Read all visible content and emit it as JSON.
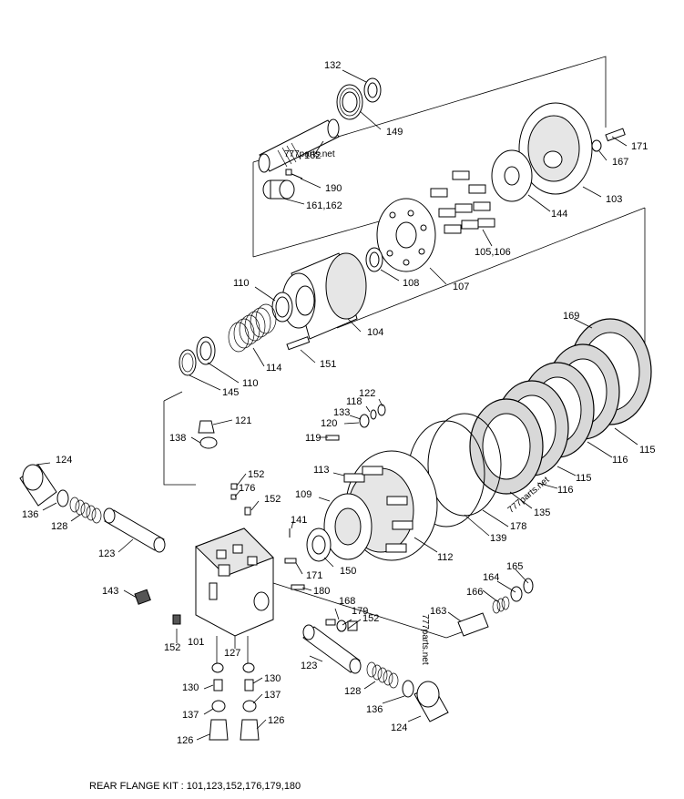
{
  "caption": "REAR FLANGE KIT : 101,123,152,176,179,180",
  "watermarks": [
    "777parts.net",
    "777parts.net",
    "777parts.net"
  ],
  "labels": {
    "p132": "132",
    "p149": "149",
    "p162": "162",
    "p171a": "171",
    "p167": "167",
    "p190": "190",
    "p161_162": "161,162",
    "p103": "103",
    "p144": "144",
    "p105_106": "105,106",
    "p107": "107",
    "p108": "108",
    "p110a": "110",
    "p104": "104",
    "p114": "114",
    "p151": "151",
    "p110b": "110",
    "p145": "145",
    "p169": "169",
    "p122": "122",
    "p118": "118",
    "p133": "133",
    "p120": "120",
    "p121": "121",
    "p138": "138",
    "p119": "119",
    "p124a": "124",
    "p136a": "136",
    "p128a": "128",
    "p123a": "123",
    "p152a": "152",
    "p176": "176",
    "p152b": "152",
    "p113": "113",
    "p109": "109",
    "p141": "141",
    "p171b": "171",
    "p150": "150",
    "p112": "112",
    "p139": "139",
    "p178": "178",
    "p135": "135",
    "p116a": "116",
    "p115a": "115",
    "p116b": "116",
    "p115b": "115",
    "p143": "143",
    "p180": "180",
    "p168": "168",
    "p179": "179",
    "p152c": "152",
    "p165": "165",
    "p164": "164",
    "p166": "166",
    "p163": "163",
    "p152d": "152",
    "p101": "101",
    "p127": "127",
    "p123b": "123",
    "p130a": "130",
    "p130b": "130",
    "p137a": "137",
    "p137b": "137",
    "p128b": "128",
    "p136b": "136",
    "p126a": "126",
    "p126b": "126",
    "p124b": "124"
  }
}
